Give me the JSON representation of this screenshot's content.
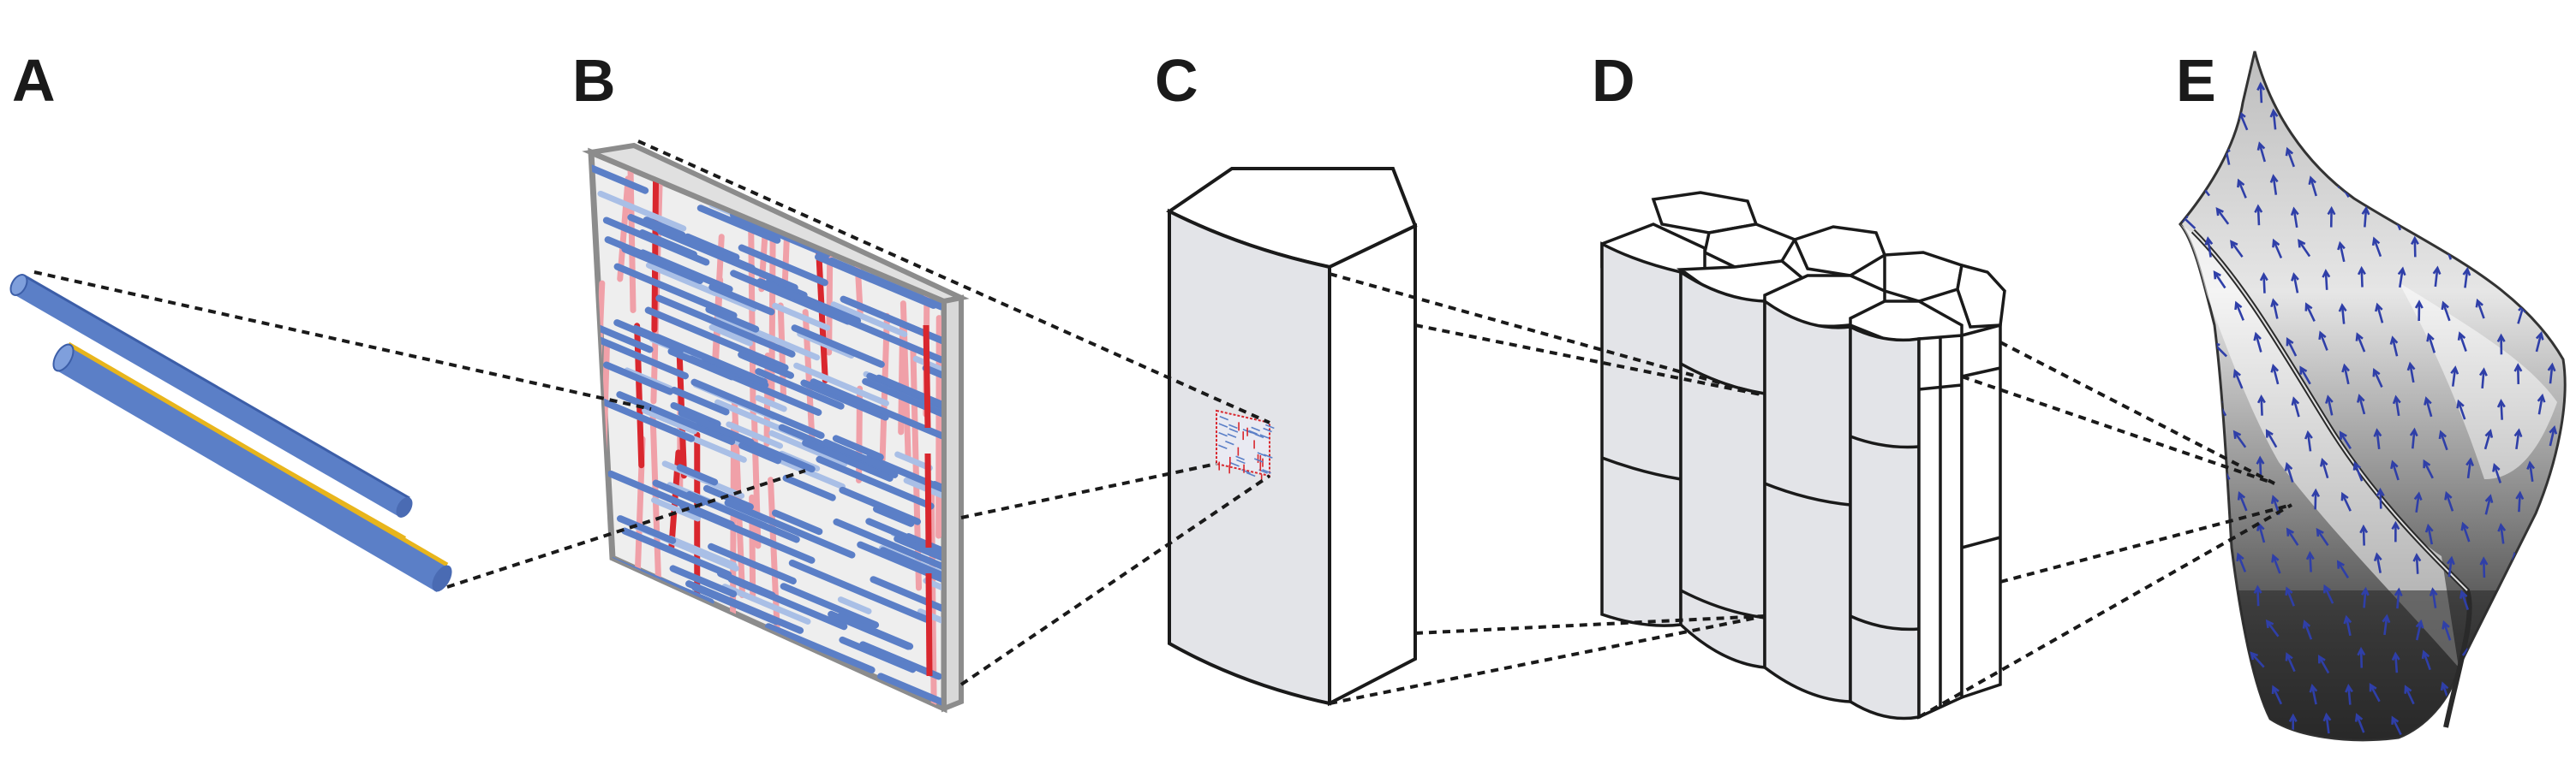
{
  "panels": [
    {
      "label": "A"
    },
    {
      "label": "B"
    },
    {
      "label": "C"
    },
    {
      "label": "D"
    },
    {
      "label": "E"
    }
  ],
  "colors": {
    "fiber_blue": "#5b7fc7",
    "fiber_light_blue": "#a9bfe6",
    "fiber_pink": "#f0a0a8",
    "fiber_red": "#d9272e",
    "core_yellow": "#e8b51c",
    "cell_fill": "#e3e4e8",
    "outline": "#1a1a1a",
    "sheet_edge": "#8c8c8c",
    "arrow_blue": "#2f3fa8"
  }
}
